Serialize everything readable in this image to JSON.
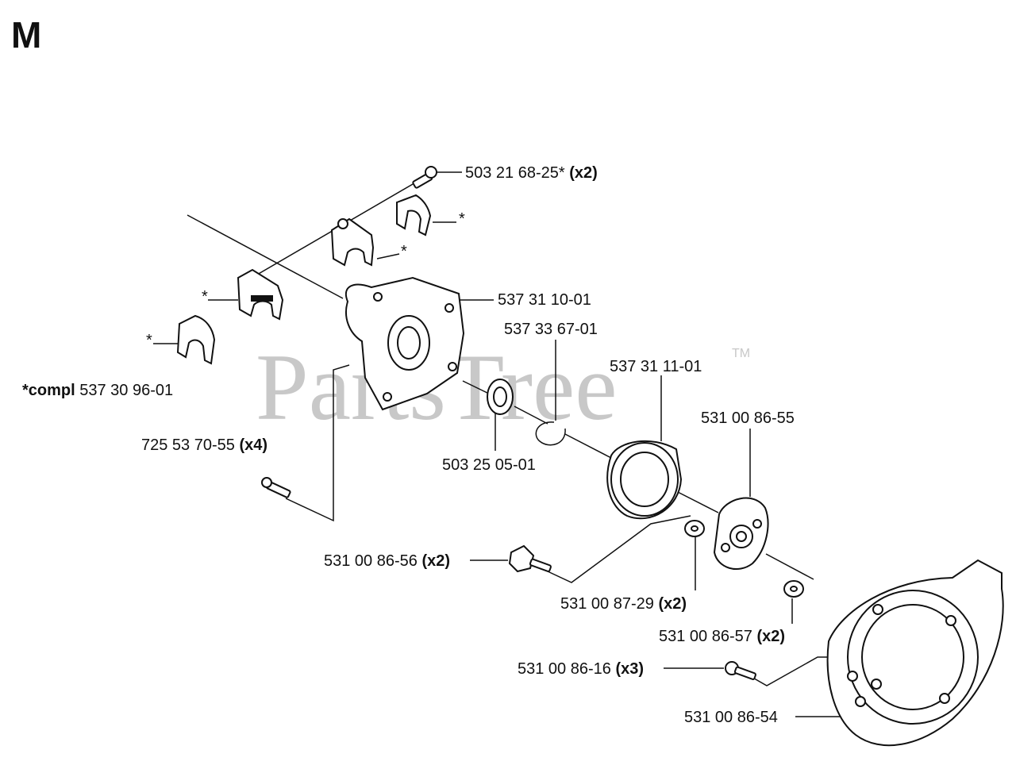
{
  "page": {
    "section_letter": "M"
  },
  "watermark": {
    "text": "PartsTree",
    "trademark": "TM"
  },
  "labels": {
    "screw_top": {
      "part": "503 21 68-25*",
      "qty": "(x2)"
    },
    "clamp_upper": {
      "part": "*"
    },
    "clamp_mid": {
      "part": "*"
    },
    "clamp_left": {
      "part": "*"
    },
    "clamp_lower": {
      "part": "*"
    },
    "compl": {
      "prefix": "*compl",
      "part": "537 30 96-01"
    },
    "housing": {
      "part": "537 31 10-01"
    },
    "circlip": {
      "part": "537 33 67-01"
    },
    "clutch_drum": {
      "part": "537 31 11-01"
    },
    "clutch": {
      "part": "531 00 86-55"
    },
    "screw_x4": {
      "part": "725 53 70-55",
      "qty": "(x4)"
    },
    "bearing": {
      "part": "503 25 05-01"
    },
    "shoulder_screw": {
      "part": "531 00 86-56",
      "qty": "(x2)"
    },
    "washer_a": {
      "part": "531 00 87-29",
      "qty": "(x2)"
    },
    "washer_b": {
      "part": "531 00 86-57",
      "qty": "(x2)"
    },
    "screw_x3": {
      "part": "531 00 86-16",
      "qty": "(x3)"
    },
    "fan_cover": {
      "part": "531 00 86-54"
    }
  }
}
